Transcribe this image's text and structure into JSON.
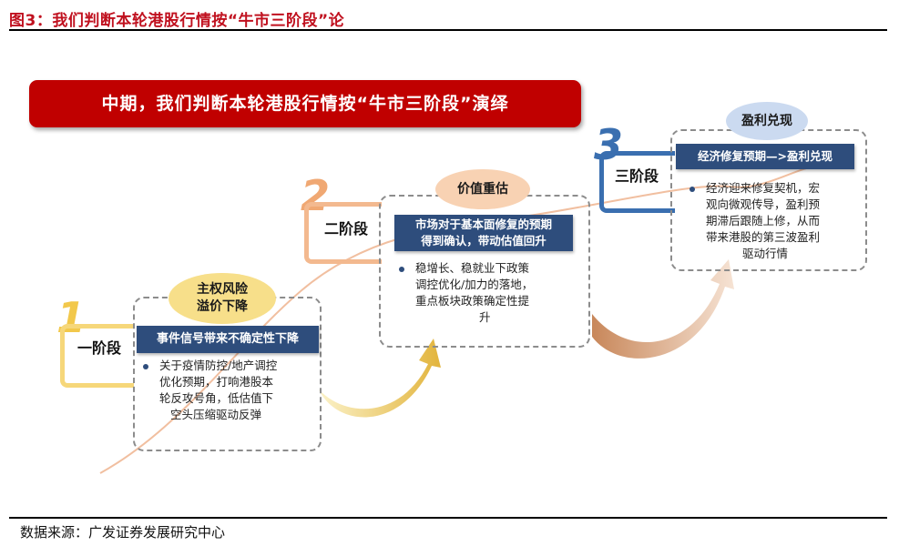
{
  "figure_title": "图3：我们判断本轮港股行情按“牛市三阶段”论",
  "banner": "中期，我们判断本轮港股行情按“牛市三阶段”演绎",
  "stages": [
    {
      "number": "1",
      "label": "一阶段",
      "oval": [
        "主权风险",
        "溢价下降"
      ],
      "header": "事件信号带来不确定性下降",
      "body": [
        "关于疫情防控/地产调控",
        "优化预期，打响港股本",
        "轮反攻号角，低估值下",
        "空头压缩驱动反弹"
      ]
    },
    {
      "number": "2",
      "label": "二阶段",
      "oval": [
        "价值重估"
      ],
      "header": [
        "市场对于基本面修复的预期",
        "得到确认，带动估值回升"
      ],
      "body": [
        "稳增长、稳就业下政策",
        "调控优化/加力的落地，",
        "重点板块政策确定性提",
        "升"
      ]
    },
    {
      "number": "3",
      "label": "三阶段",
      "oval": [
        "盈利兑现"
      ],
      "header": "经济修复预期—>盈利兑现",
      "body": [
        "经济迎来修复契机，宏",
        "观向微观传导，盈利预",
        "期滞后跟随上修，从而",
        "带来港股的第三波盈利",
        "驱动行情"
      ]
    }
  ],
  "source": "数据来源：广发证券发展研究中心",
  "colors": {
    "banner": "#c00000",
    "header": "#2e4d7c",
    "stage1": "#f2c84b",
    "stage2": "#f0a873",
    "stage3": "#3a6fb0"
  }
}
